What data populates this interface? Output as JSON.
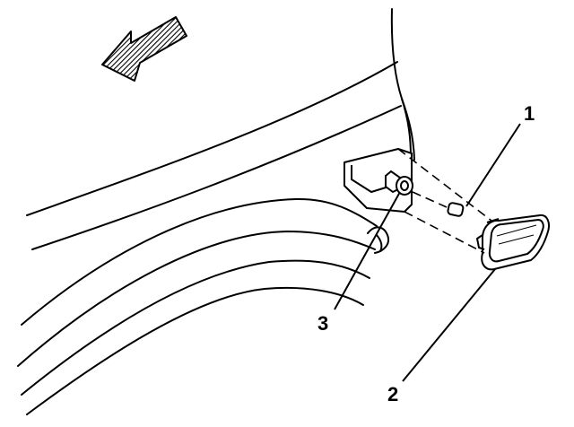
{
  "callouts": [
    {
      "id": "1",
      "label": "1"
    },
    {
      "id": "2",
      "label": "2"
    },
    {
      "id": "3",
      "label": "3"
    }
  ],
  "colors": {
    "line": "#000000",
    "background": "#ffffff"
  },
  "icons": {
    "direction_indicator": "front-arrow-icon"
  }
}
